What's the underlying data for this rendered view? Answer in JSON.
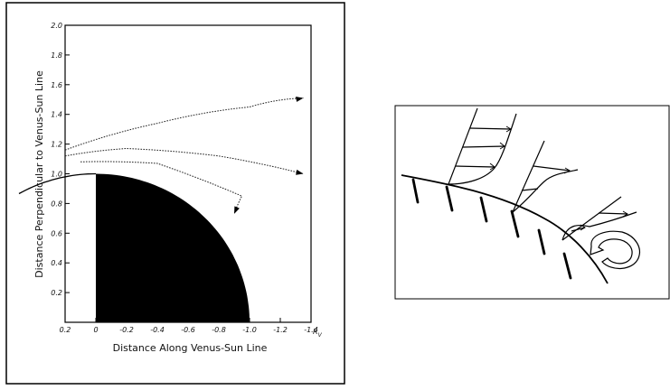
{
  "chart_data": {
    "type": "line",
    "xlabel": "Distance  Along  Venus-Sun  Line",
    "ylabel": "Distance  Perpendicular  to  Venus-Sun  Line",
    "x_unit": "R",
    "x_unit_sub": "V",
    "xlim": [
      0.2,
      -1.4
    ],
    "ylim": [
      0,
      2.0
    ],
    "x_ticks": [
      "0.2",
      "0",
      "-0.2",
      "-0.4",
      "-0.6",
      "-0.8",
      "-1.0",
      "-1.2",
      "-1.4"
    ],
    "y_ticks": [
      "0.2",
      "0.4",
      "0.6",
      "0.8",
      "1.0",
      "1.2",
      "1.4",
      "1.6",
      "1.8",
      "2.0"
    ],
    "series": [
      {
        "x": [
          0.2,
          -0.4,
          -1.0,
          -1.35
        ],
        "y": [
          1.16,
          1.34,
          1.45,
          1.51
        ]
      },
      {
        "x": [
          0.2,
          -0.2,
          -0.8,
          -1.35
        ],
        "y": [
          1.12,
          1.17,
          1.12,
          1.0
        ]
      },
      {
        "x": [
          0.1,
          -0.4,
          -0.95,
          -0.9
        ],
        "y": [
          1.08,
          1.07,
          0.85,
          0.73
        ]
      }
    ],
    "grid": false,
    "legend": "none"
  }
}
